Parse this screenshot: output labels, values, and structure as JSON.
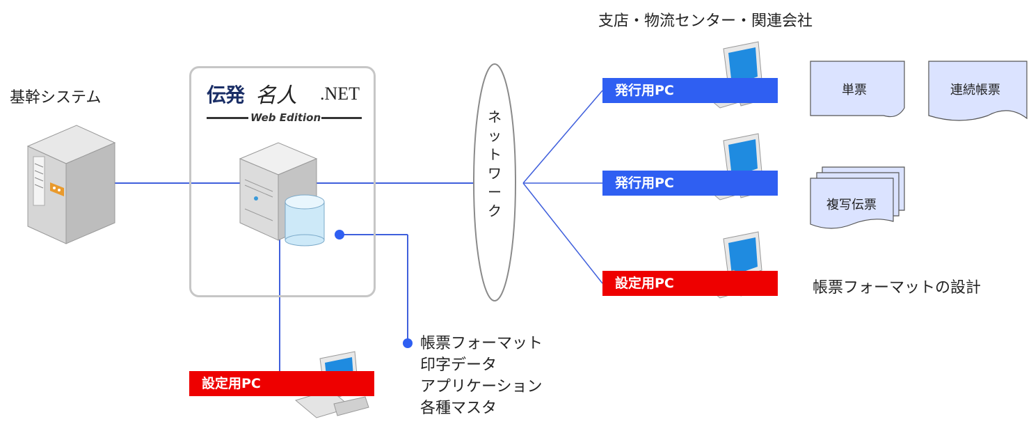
{
  "core_system_label": "基幹システム",
  "branch_label": "支店・物流センター・関連会社",
  "logo": {
    "den": "伝発",
    "meijin": "名人",
    "net": ".NET",
    "edition": "Web Edition"
  },
  "network_label": "ネットワーク",
  "pcs": {
    "issue1": "発行用PC",
    "issue2": "発行用PC",
    "settings_remote": "設定用PC",
    "settings_local": "設定用PC"
  },
  "documents": {
    "single": "単票",
    "continuous": "連続帳票",
    "carbon": "複写伝票"
  },
  "format_design_label": "帳票フォーマットの設計",
  "stored_data": [
    "帳票フォーマット",
    "印字データ",
    "アプリケーション",
    "各種マスタ"
  ],
  "colors": {
    "issue_bar": "#2f5ff2",
    "settings_bar": "#ee0000",
    "line": "#3f5fdc",
    "doc_fill": "#dbe3ff"
  }
}
